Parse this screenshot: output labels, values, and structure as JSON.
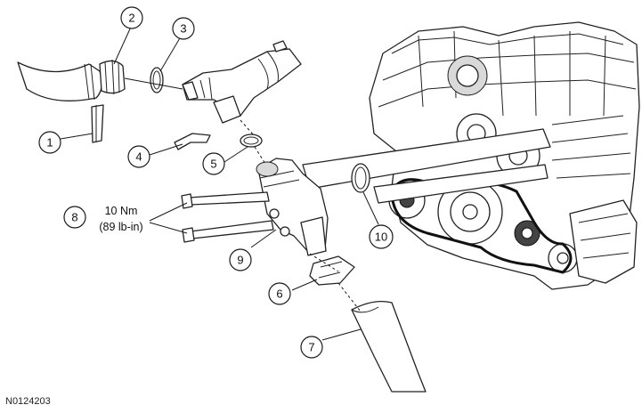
{
  "figure_id": "N0124203",
  "callouts": [
    {
      "id": "c1",
      "label": "1"
    },
    {
      "id": "c2",
      "label": "2"
    },
    {
      "id": "c3",
      "label": "3"
    },
    {
      "id": "c4",
      "label": "4"
    },
    {
      "id": "c5",
      "label": "5"
    },
    {
      "id": "c6",
      "label": "6"
    },
    {
      "id": "c7",
      "label": "7"
    },
    {
      "id": "c8",
      "label": "8"
    },
    {
      "id": "c9",
      "label": "9"
    },
    {
      "id": "c10",
      "label": "10"
    }
  ],
  "torque": {
    "line1": "10 Nm",
    "line2": "(89 lb-in)"
  }
}
